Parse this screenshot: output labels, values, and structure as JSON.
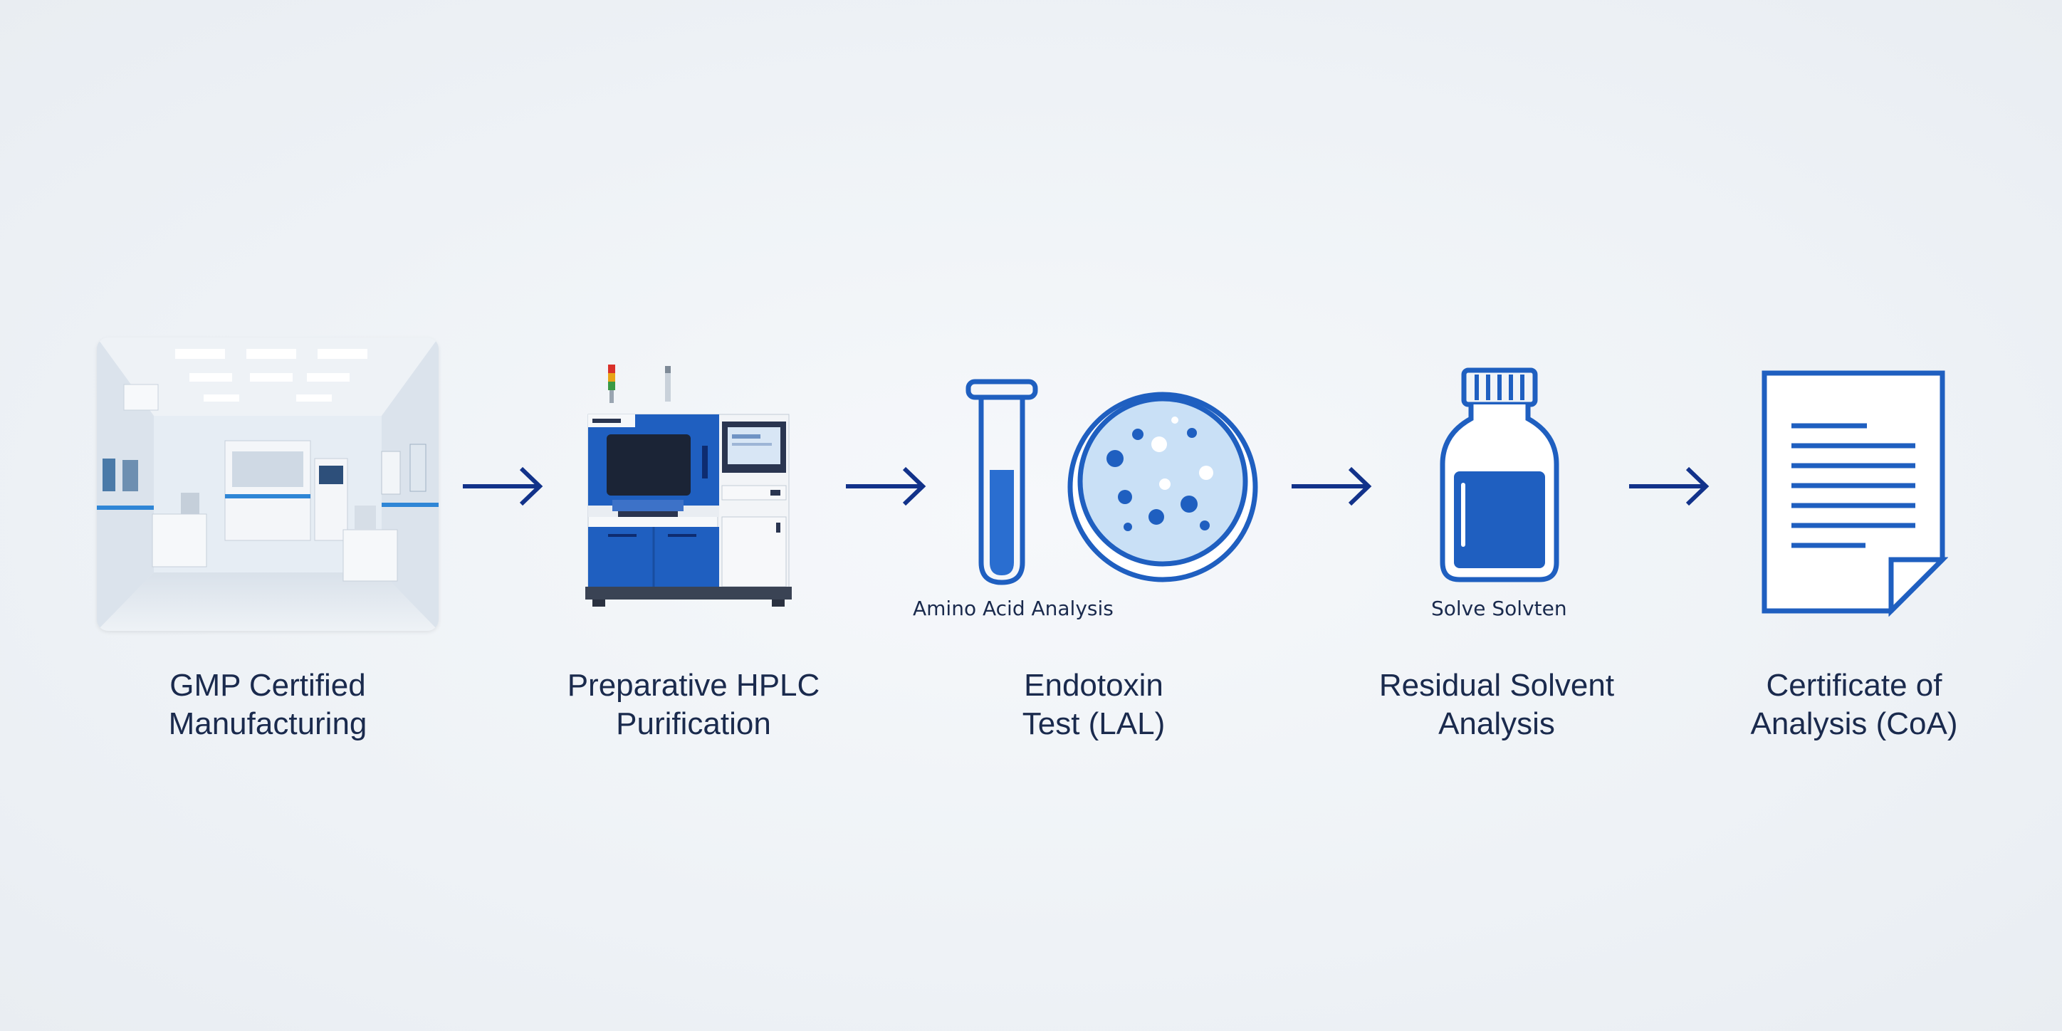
{
  "steps": [
    {
      "line1": "GMP Certified",
      "line2": "Manufacturing",
      "icon": "cleanroom-photo-icon"
    },
    {
      "line1": "Preparative HPLC",
      "line2": "Purification",
      "icon": "hplc-machine-icon"
    },
    {
      "line1": "Endotoxin",
      "line2": "Test (LAL)",
      "icon": "test-tube-petri-dish-icon"
    },
    {
      "line1": "Residual Solvent",
      "line2": "Analysis",
      "icon": "bottle-icon"
    },
    {
      "line1": "Certificate of",
      "line2": "Analysis (CoA)",
      "icon": "document-icon"
    }
  ],
  "sublabels": {
    "amino": "Amino Acid Analysis",
    "solvent": "Solve Solvten"
  },
  "colors": {
    "accent": "#1f5fc0",
    "dark": "#12328a",
    "text": "#1a2a4d"
  }
}
